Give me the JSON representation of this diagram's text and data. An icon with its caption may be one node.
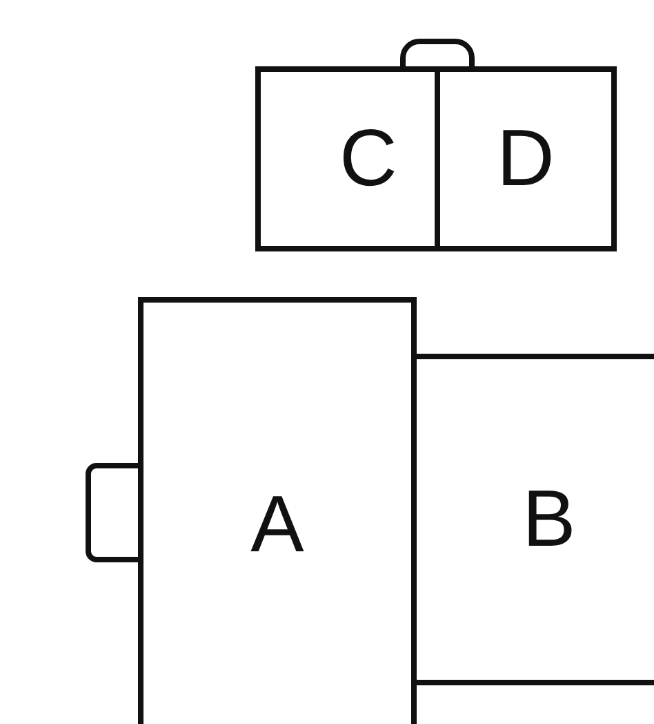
{
  "diagram": {
    "nodes": [
      {
        "text": [
          "C"
        ]
      },
      {
        "text": [
          "D"
        ]
      },
      {
        "text": [
          "A"
        ]
      },
      {
        "text": [
          "B"
        ]
      }
    ]
  }
}
